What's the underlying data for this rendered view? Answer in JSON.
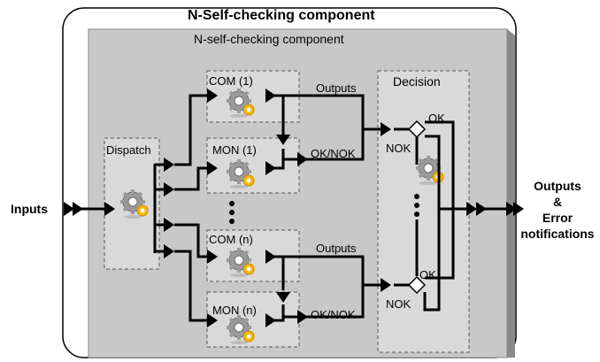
{
  "outer": {
    "title": "N-Self-checking component"
  },
  "inner": {
    "title": "N-self-checking component"
  },
  "labels": {
    "inputs": "Inputs",
    "outputs_right_1": "Outputs",
    "outputs_right_2": "&",
    "outputs_right_3": "Error",
    "outputs_right_4": "notifications"
  },
  "dispatch": {
    "label": "Dispatch"
  },
  "decision": {
    "label": "Decision"
  },
  "modules": [
    {
      "label": "COM (1)"
    },
    {
      "label": "MON (1)"
    },
    {
      "label": "COM (n)"
    },
    {
      "label": "MON (n)"
    }
  ],
  "signals": {
    "outputs_top": "Outputs",
    "oknok_top": "OK/NOK",
    "outputs_bottom": "Outputs",
    "oknok_bottom": "OK/NOK",
    "ok_top": "OK",
    "nok_top": "NOK",
    "ok_bottom": "OK",
    "nok_bottom": "NOK"
  },
  "icons": [
    "gear-icon"
  ],
  "colors": {
    "gear_accent": "#f5b800",
    "box_fill": "#d9d9d9",
    "panel_fill": "#c8c8c8"
  }
}
